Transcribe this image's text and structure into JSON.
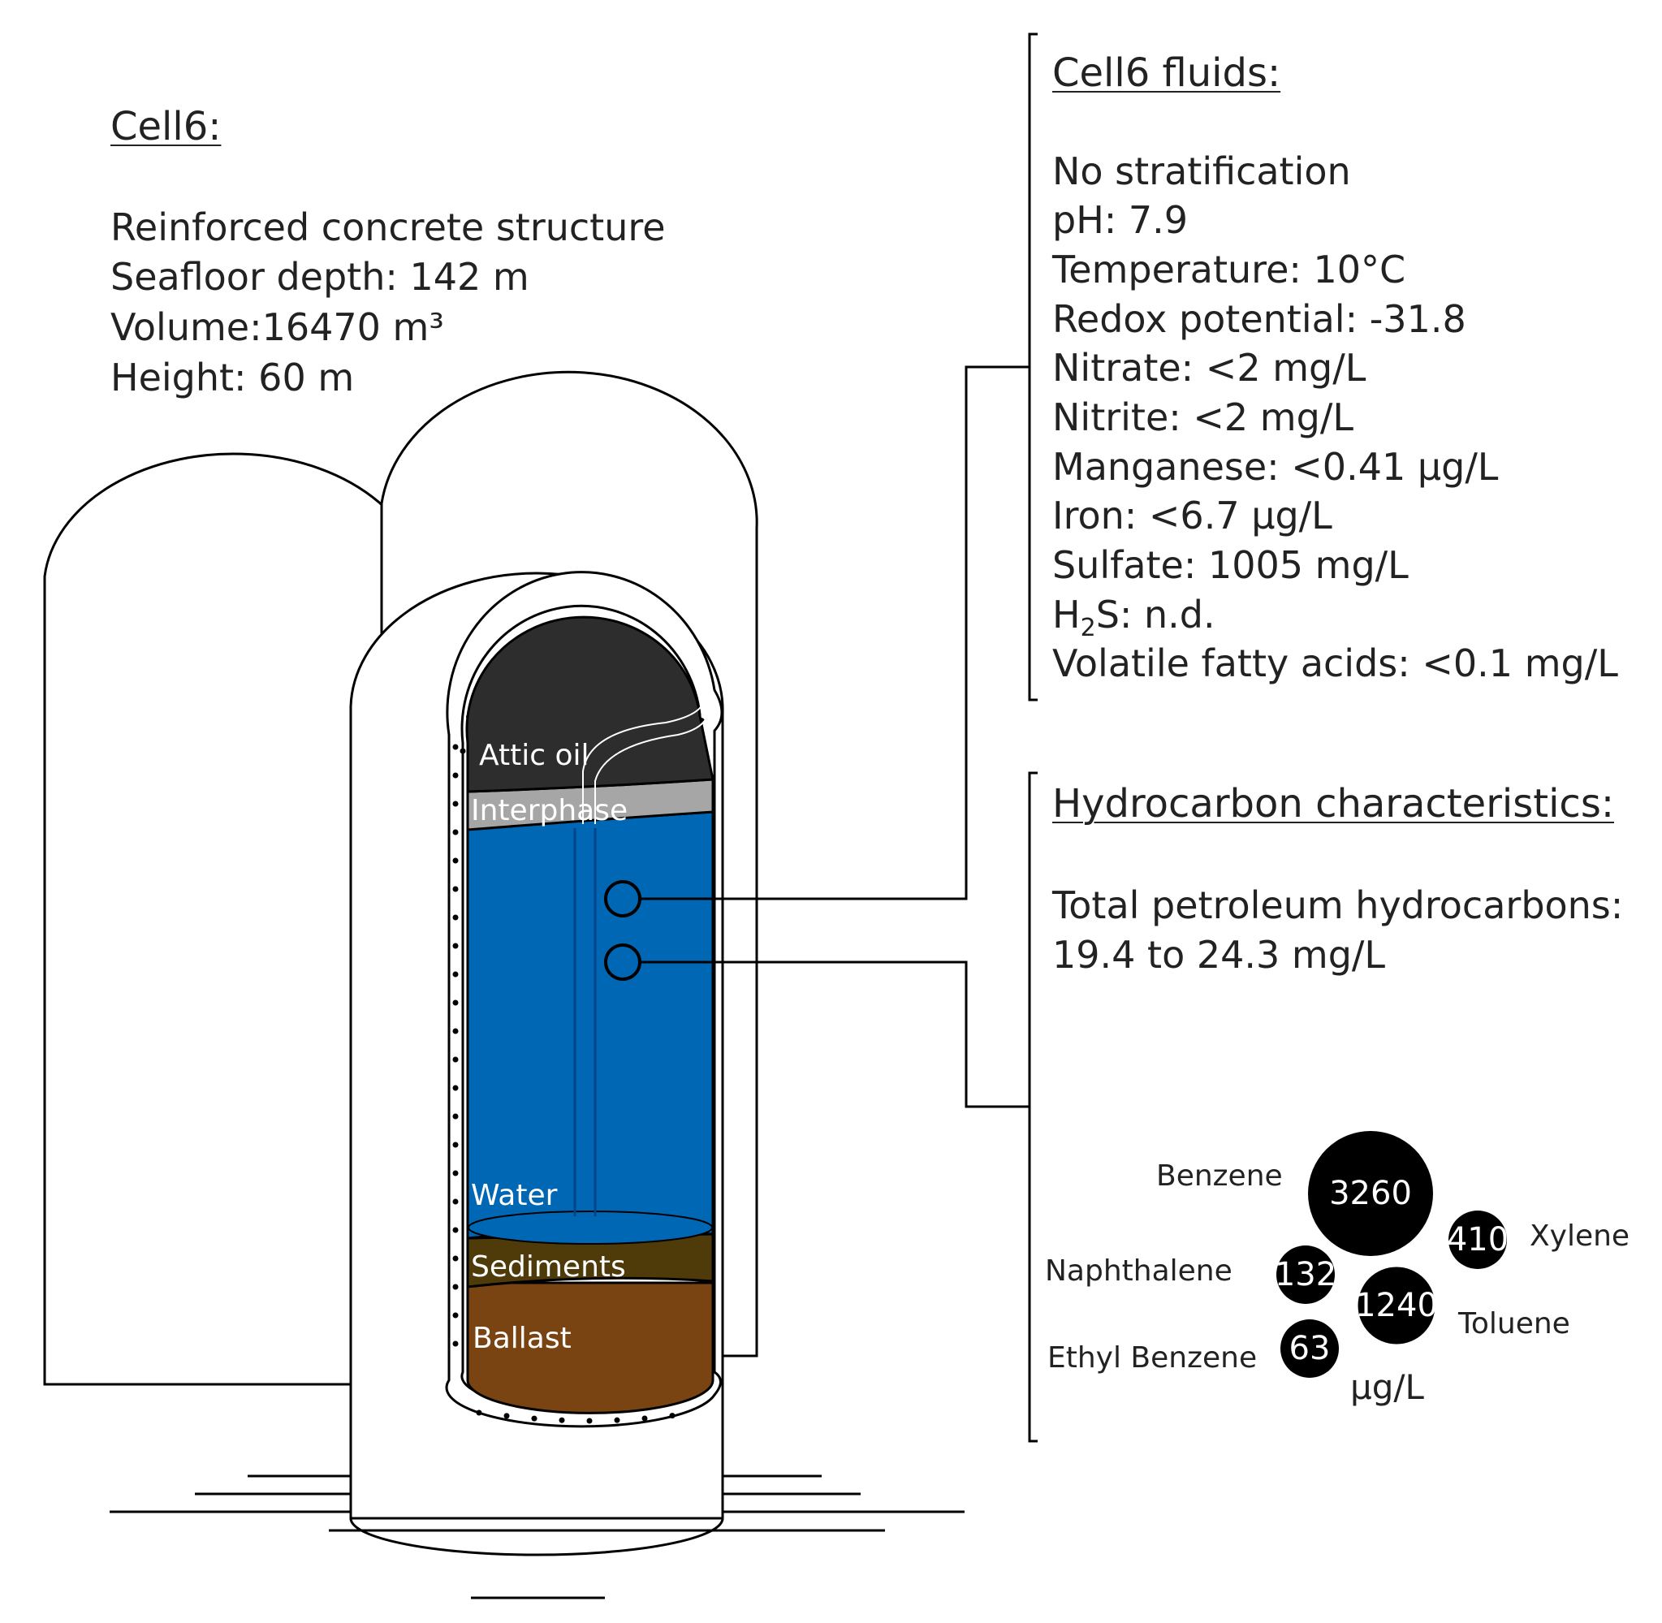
{
  "cell": {
    "title": "Cell6:",
    "lines": [
      "Reinforced concrete structure",
      "Seafloor depth: 142 m",
      "Volume:16470 m³",
      "Height: 60 m"
    ]
  },
  "layers": {
    "attic_oil": "Attic oil",
    "interphase": "Interphase",
    "water": "Water",
    "sediments": "Sediments",
    "ballast": "Ballast"
  },
  "fluids": {
    "title": "Cell6 fluids:",
    "stratification": "No stratification",
    "ph": "pH: 7.9",
    "temperature": "Temperature: 10°C",
    "redox": "Redox potential: -31.8",
    "nitrate": "Nitrate: <2 mg/L",
    "nitrite": "Nitrite: <2 mg/L",
    "manganese": "Manganese: <0.41 μg/L",
    "iron": "Iron: <6.7 μg/L",
    "sulfate": "Sulfate: 1005 mg/L",
    "h2s_h": "H",
    "h2s_sub": "2",
    "h2s_rest": "S: n.d.",
    "vfa": "Volatile fatty acids: <0.1 mg/L"
  },
  "hydrocarbons": {
    "title": "Hydrocarbon characteristics:",
    "tph_label": "Total petroleum hydrocarbons:",
    "tph_value": "19.4 to 24.3 mg/L",
    "unit": "μg/L",
    "compounds": [
      {
        "name": "Benzene",
        "value": 3260
      },
      {
        "name": "Xylene",
        "value": 410
      },
      {
        "name": "Naphthalene",
        "value": 132
      },
      {
        "name": "Toluene",
        "value": 1240
      },
      {
        "name": "Ethyl Benzene",
        "value": 63
      }
    ]
  },
  "colors": {
    "attic_oil": "#2d2d2d",
    "interphase": "#a6a6a6",
    "water": "#0067b5",
    "sediments": "#4f3b0a",
    "ballast": "#7a4412",
    "bubble": "#000000"
  }
}
